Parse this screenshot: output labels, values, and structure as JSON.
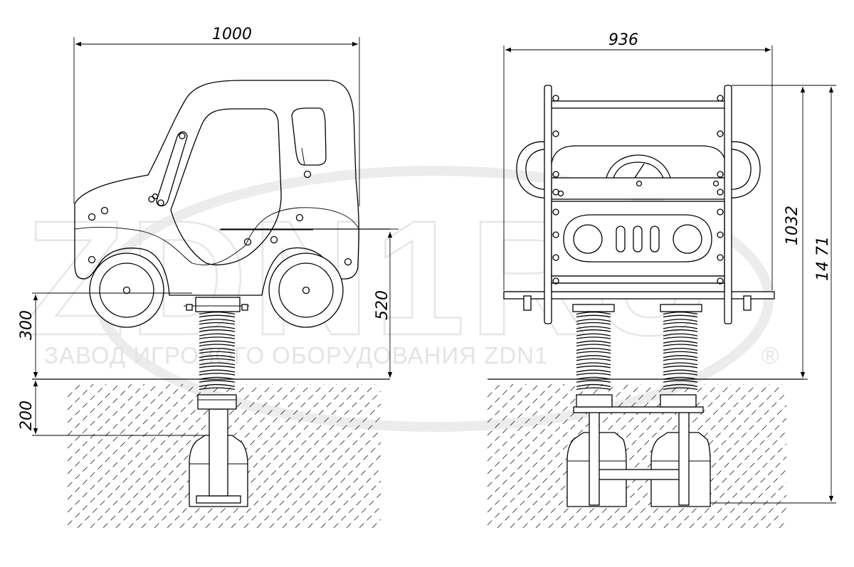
{
  "drawing": {
    "side_view": {
      "dimensions": {
        "width": "1000",
        "seat_height": "520",
        "spring_height": "300",
        "foundation_depth": "200"
      }
    },
    "front_view": {
      "dimensions": {
        "width": "936",
        "above_ground_height": "1032",
        "total_height": "14 71"
      }
    }
  },
  "watermark": {
    "big_text": "ZDN1RU",
    "company": "ЗАВОД ИГРОВОГО ОБОРУДОВАНИЯ ZDN1",
    "registered": "®"
  }
}
